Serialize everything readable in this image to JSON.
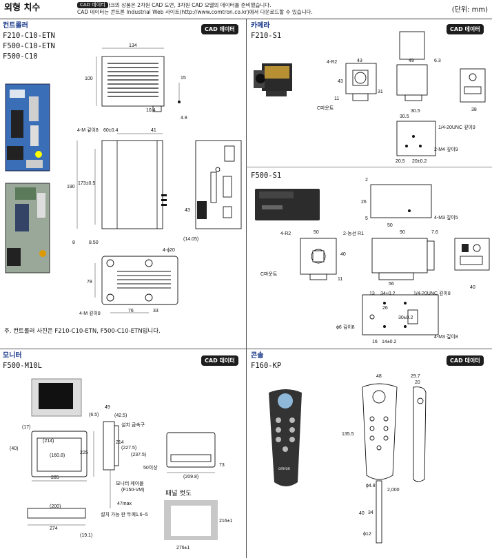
{
  "header": {
    "title": "외형 치수",
    "cad_tag": "CAD 데이터",
    "notice_line1": "마크의 상품은 2차원 CAD 도면, 3차원 CAD 모델의 데이터를 준비했습니다.",
    "notice_line2": "CAD 데이터는 콘트론 Industrial Web 사이트(http://www.comtron.co.kr)에서 다운로드할 수 있습니다.",
    "unit": "(단위: mm)"
  },
  "controller": {
    "name": "컨트롤러",
    "models": [
      "F210-C10-ETN",
      "F500-C10-ETN",
      "F500-C10"
    ],
    "cad_button": "CAD 데이터",
    "note": "주. 컨트롤러 사진은 F210-C10-ETN, F500-C10-ETN입니다.",
    "dims": {
      "d134": "134",
      "d100": "100",
      "d15": "15",
      "d10_4": "10.4",
      "d4_8": "4.8",
      "d4m": "4-M 깊이8",
      "d60": "60±0.4",
      "d41": "41",
      "d190": "190",
      "d173": "173±0.5",
      "d8": "8",
      "d850": "8.50",
      "d43": "43",
      "d1405": "(14.05)",
      "d4phi": "4-ϕ20",
      "d78": "78",
      "d4m8": "4-M 깊이8",
      "d76": "76",
      "d33": "33"
    }
  },
  "camera": {
    "name": "카메라",
    "model_a": "F210-S1",
    "model_b": "F500-S1",
    "cad_button": "CAD 데이터",
    "dims_a": {
      "r2": "4-R2",
      "d43": "43",
      "d43b": "43",
      "d31": "31",
      "d11": "11",
      "cmount": "C마운트",
      "d49": "49",
      "d63": "6.3",
      "d30_5": "30.5",
      "d38": "38",
      "d30_5b": "30.5",
      "unc": "1/4-20UNC 깊이9",
      "m4": "2-M4 깊이9",
      "d20_5": "20.5",
      "d20": "20±0.2"
    },
    "dims_b": {
      "d2": "2",
      "d26": "26",
      "d5": "5",
      "d50": "50",
      "m3": "4-M3 깊이5",
      "r2": "4-R2",
      "d50b": "50",
      "r1": "2-능선 R1",
      "d90": "90",
      "d7_6": "7.6",
      "d40": "40",
      "cmount": "C마운트",
      "d11": "11",
      "d56": "56",
      "d40b": "40",
      "d13": "13",
      "d34": "34±0.2",
      "unc": "1/4-20UNC 깊이8",
      "d26b": "26",
      "d30": "30±0.2",
      "phi6": "ϕ6 깊이8",
      "d16": "16",
      "d14": "14±0.2",
      "m3b": "4-M3 깊이8"
    }
  },
  "monitor": {
    "name": "모니터",
    "model": "F500-M10L",
    "cad_button": "CAD 데이터",
    "dims": {
      "d17": "(17)",
      "d40": "(40)",
      "d214": "(214)",
      "d160": "(160.8)",
      "d225": "225",
      "d285": "285",
      "d6_5": "(6.5)",
      "d49": "49",
      "d42_5": "(42.5)",
      "bracket": "설치 금속구",
      "d214b": "214",
      "d227": "(227.5)",
      "d237": "(237.5)",
      "d50": "50이상",
      "cable": "모니터 케이블",
      "cable_model": "(F150-VM)",
      "max47": "47max",
      "mountable": "설치 가능 판 두께1.6~5",
      "d200": "(200)",
      "d274": "274",
      "d19": "(19.1)",
      "d209": "(209.8)",
      "d73": "73",
      "panel": "패널 컷도",
      "d216": "216±1",
      "d276": "276±1"
    }
  },
  "console": {
    "name": "콘솔",
    "model": "F160-KP",
    "cad_button": "CAD 데이터",
    "brand": "omron",
    "dims": {
      "d48": "48",
      "d29": "29.7",
      "d20": "20",
      "d135": "135.5",
      "phi48": "ϕ4.8",
      "d2000": "2,000",
      "d40": "40",
      "d34": "34",
      "phi12": "ϕ12"
    }
  }
}
